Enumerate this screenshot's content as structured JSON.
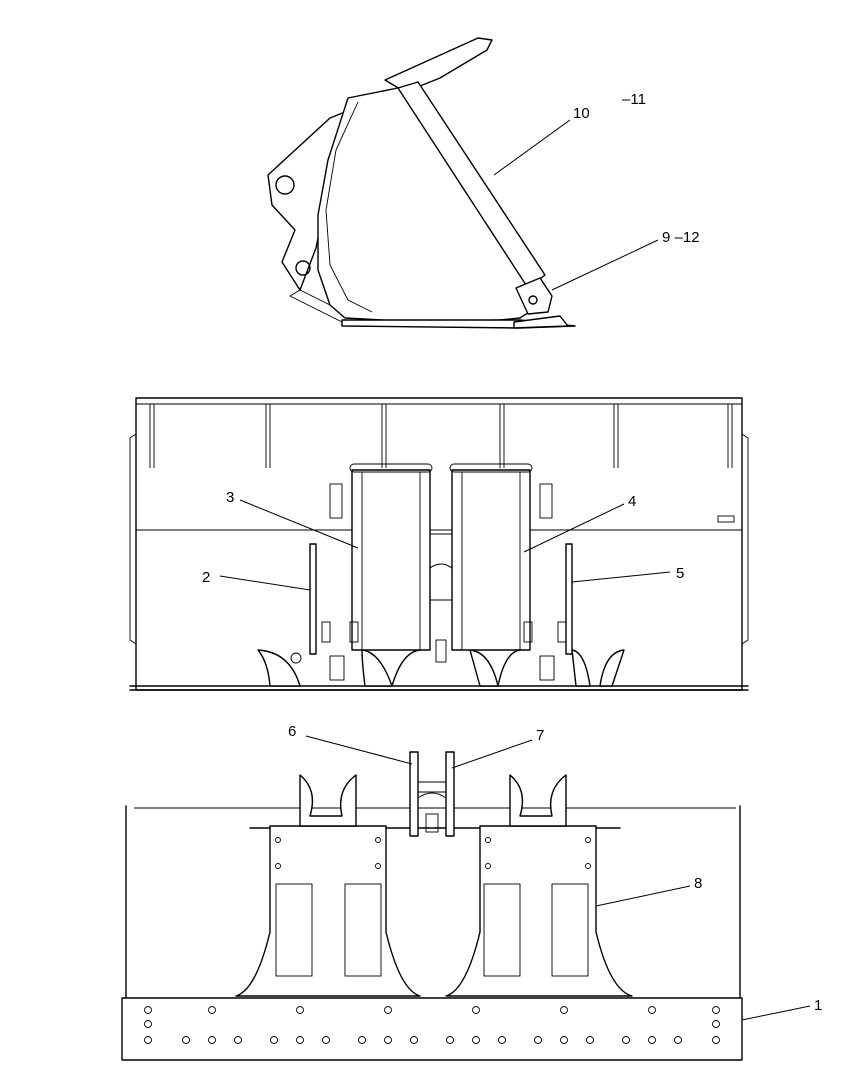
{
  "figure": {
    "views": [
      {
        "id": "side-view"
      },
      {
        "id": "front-view"
      },
      {
        "id": "rear-view"
      }
    ]
  },
  "callouts": {
    "c1": "1",
    "c2": "2",
    "c3": "3",
    "c4": "4",
    "c5": "5",
    "c6": "6",
    "c7": "7",
    "c8": "8",
    "c9_12": "9 –12",
    "c10": "10",
    "c11": "–11"
  }
}
